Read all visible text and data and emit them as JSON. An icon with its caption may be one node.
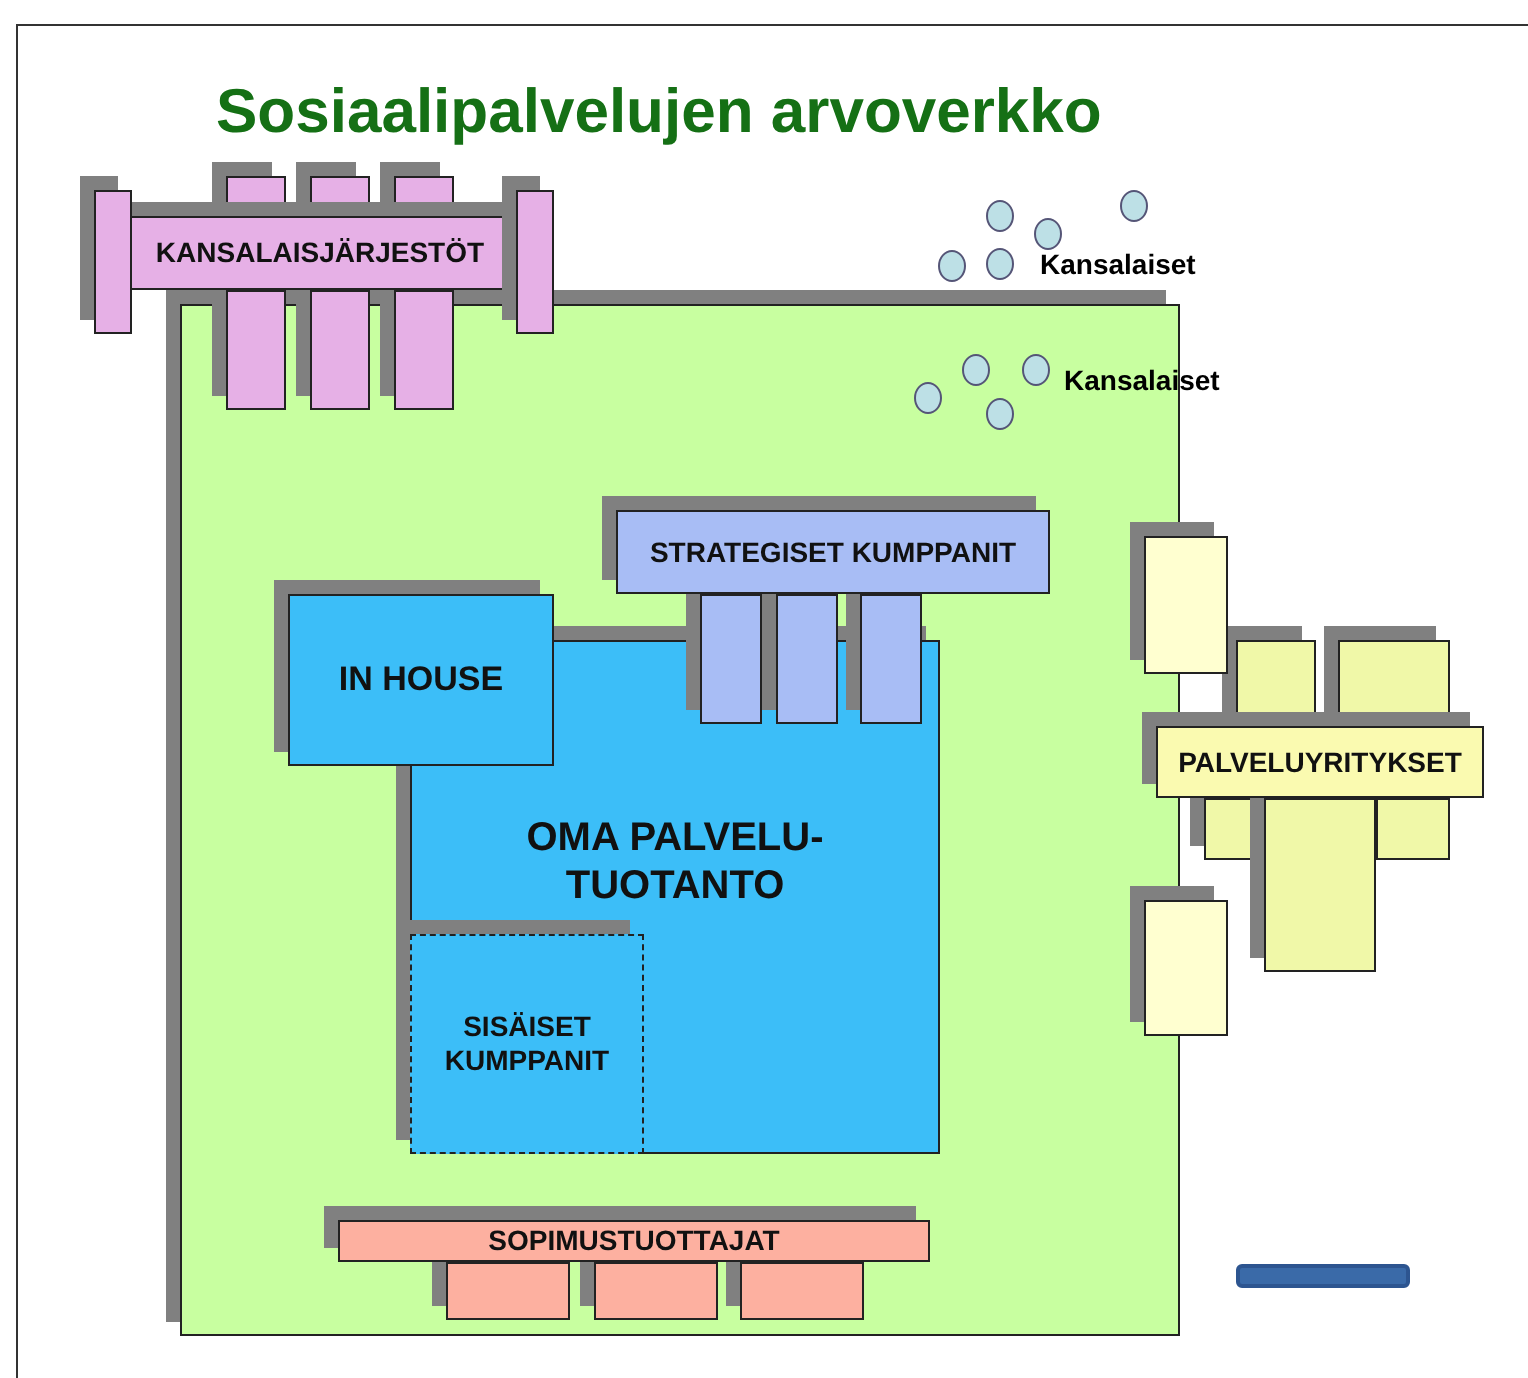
{
  "diagram": {
    "title": "Sosiaalipalvelujen arvoverkko",
    "nodes": [
      {
        "text": [],
        "shape": "box"
      },
      {
        "text": [
          "KANSALAISJÄRJESTÖT"
        ]
      },
      {
        "text": [
          "STRATEGISET KUMPPANIT"
        ],
        "in": 0
      },
      {
        "text": [
          "IN HOUSE"
        ],
        "in": 0
      },
      {
        "text": [
          "OMA PALVELU- TUOTANTO"
        ],
        "in": 0
      },
      {
        "text": [
          "SISÄISET KUMPPANIT"
        ],
        "in": 4
      },
      {
        "text": [
          "PALVELUYRITYKSET"
        ]
      },
      {
        "text": [
          "SOPIMUSTUOTTAJAT"
        ],
        "in": 0
      },
      {
        "text": [],
        "shape": "box"
      },
      {
        "text": [],
        "shape": "box"
      },
      {
        "text": [],
        "shape": "box"
      },
      {
        "text": [],
        "shape": "box"
      },
      {
        "text": [],
        "shape": "box"
      },
      {
        "text": [],
        "shape": "box"
      },
      {
        "text": [],
        "shape": "box"
      },
      {
        "text": [],
        "shape": "box"
      },
      {
        "text": [],
        "shape": "box",
        "in": 0
      },
      {
        "text": [],
        "shape": "box",
        "in": 0
      },
      {
        "text": [],
        "shape": "box",
        "in": 0
      },
      {
        "text": [],
        "shape": "box"
      },
      {
        "text": [],
        "shape": "box"
      },
      {
        "text": [],
        "shape": "box"
      },
      {
        "text": [],
        "shape": "box"
      },
      {
        "text": [],
        "shape": "box"
      },
      {
        "text": [],
        "shape": "box"
      },
      {
        "text": [],
        "shape": "box"
      },
      {
        "text": [],
        "shape": "box",
        "in": 0
      },
      {
        "text": [],
        "shape": "box",
        "in": 0
      },
      {
        "text": [],
        "shape": "box",
        "in": 0
      }
    ],
    "labels": [
      "Kansalaiset",
      "Kansalaiset"
    ]
  }
}
